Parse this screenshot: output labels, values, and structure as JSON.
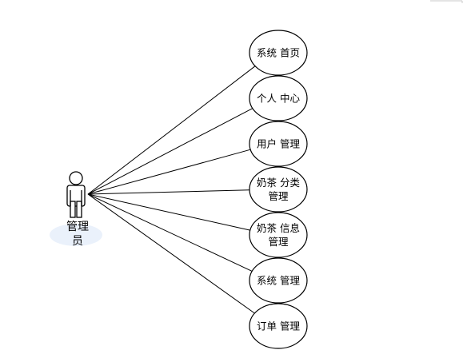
{
  "actor": {
    "label_line1": "管理",
    "label_line2": "员",
    "icon": "stick-figure-actor-icon"
  },
  "use_cases": [
    {
      "id": "home",
      "lines": [
        "系统 首页"
      ]
    },
    {
      "id": "personal-center",
      "lines": [
        "个人 中心"
      ]
    },
    {
      "id": "user-management",
      "lines": [
        "用户 管理"
      ]
    },
    {
      "id": "milk-tea-category-management",
      "lines": [
        "奶茶 分类",
        "管理"
      ]
    },
    {
      "id": "milk-tea-info-management",
      "lines": [
        "奶茶 信息",
        "管理"
      ]
    },
    {
      "id": "system-management",
      "lines": [
        "系统 管理"
      ]
    },
    {
      "id": "order-management",
      "lines": [
        "订单 管理"
      ]
    }
  ],
  "colors": {
    "line": "#000000",
    "ellipse_stroke": "#000000",
    "ellipse_fill": "#ffffff",
    "actor_label_bg": "#eaf1fb",
    "actor_stroke": "#000000"
  }
}
